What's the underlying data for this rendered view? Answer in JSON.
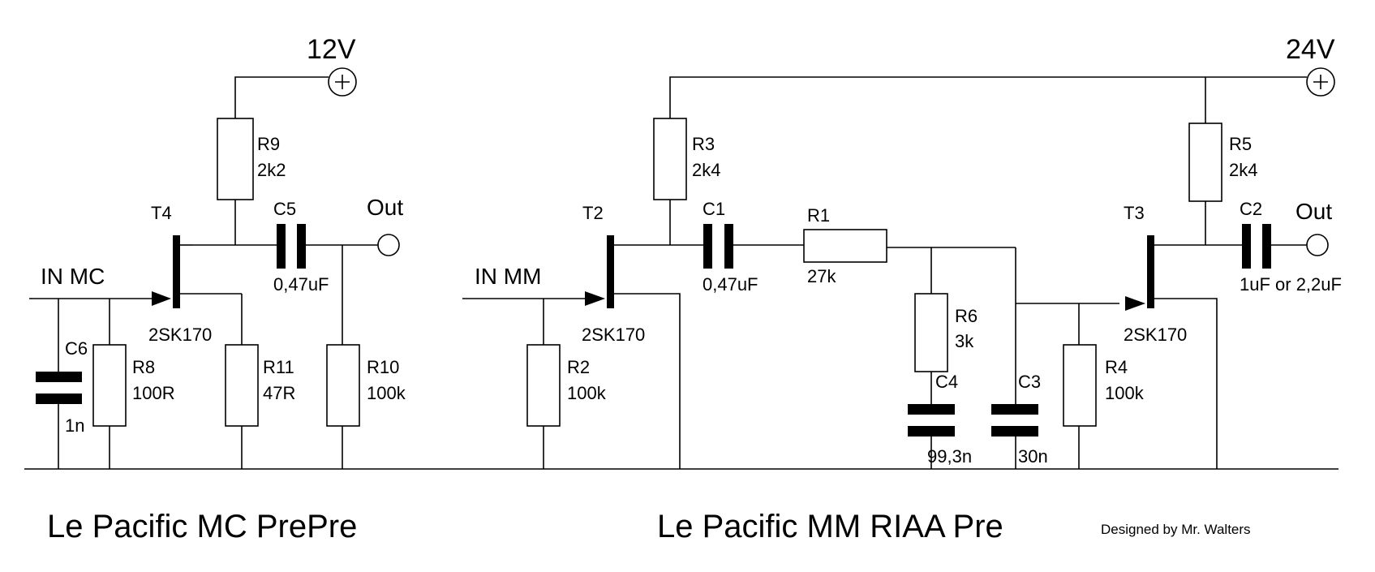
{
  "rails": {
    "mc_supply": "12V",
    "mm_supply": "24V"
  },
  "mc_stage": {
    "input": "IN MC",
    "output": "Out",
    "title": "Le Pacific MC PrePre",
    "transistor": {
      "ref": "T4",
      "part": "2SK170"
    },
    "R9": {
      "ref": "R9",
      "value": "2k2"
    },
    "C5": {
      "ref": "C5",
      "value": "0,47uF"
    },
    "C6": {
      "ref": "C6",
      "value": "1n"
    },
    "R8": {
      "ref": "R8",
      "value": "100R"
    },
    "R11": {
      "ref": "R11",
      "value": "47R"
    },
    "R10": {
      "ref": "R10",
      "value": "100k"
    }
  },
  "mm_stage": {
    "input": "IN MM",
    "output": "Out",
    "title": "Le Pacific MM RIAA Pre",
    "credit": "Designed by Mr. Walters",
    "t2": {
      "ref": "T2",
      "part": "2SK170"
    },
    "t3": {
      "ref": "T3",
      "part": "2SK170"
    },
    "R3": {
      "ref": "R3",
      "value": "2k4"
    },
    "C1": {
      "ref": "C1",
      "value": "0,47uF"
    },
    "R1": {
      "ref": "R1",
      "value": "27k"
    },
    "R2": {
      "ref": "R2",
      "value": "100k"
    },
    "R6": {
      "ref": "R6",
      "value": "3k"
    },
    "C4": {
      "ref": "C4",
      "value": "99,3n"
    },
    "C3": {
      "ref": "C3",
      "value": "30n"
    },
    "R4": {
      "ref": "R4",
      "value": "100k"
    },
    "R5": {
      "ref": "R5",
      "value": "2k4"
    },
    "C2": {
      "ref": "C2",
      "value": "1uF or 2,2uF"
    }
  }
}
